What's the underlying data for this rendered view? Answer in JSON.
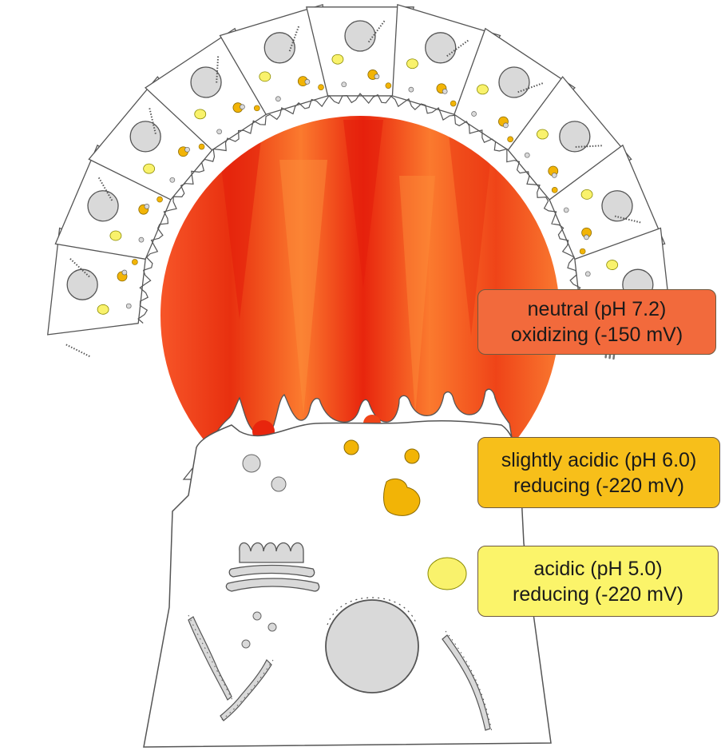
{
  "compartments": [
    {
      "id": "neutral",
      "line1": "neutral (pH 7.2)",
      "line2": "oxidizing (-150 mV)",
      "color": "#f26a3c"
    },
    {
      "id": "slightly-acidic",
      "line1": "slightly acidic  (pH 6.0)",
      "line2": "reducing (-220 mV)",
      "color": "#f7bf1a"
    },
    {
      "id": "acidic",
      "line1": "acidic  (pH 5.0)",
      "line2": "reducing (-220 mV)",
      "color": "#fbf46a"
    }
  ],
  "colors": {
    "lumen_dark": "#e8250d",
    "lumen_light": "#fb7a2e",
    "endosome": "#f2b406",
    "lysosome": "#f9f26c",
    "organelle_gray": "#d9d9d9",
    "outline": "#555555"
  }
}
